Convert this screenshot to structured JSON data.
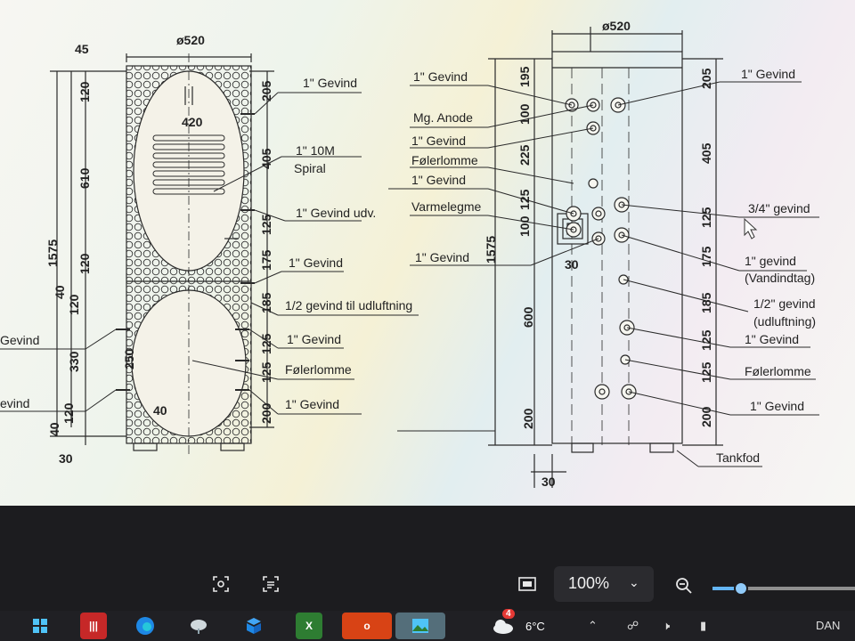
{
  "drawing": {
    "left_view": {
      "diameter": "ø520",
      "top_offset": "45",
      "dims_left": [
        "120",
        "610",
        "1575",
        "120",
        "40",
        "120",
        "330",
        "120",
        "40",
        "30"
      ],
      "inner_dims": [
        "420",
        "250",
        "40"
      ],
      "dims_right": [
        "205",
        "405",
        "125",
        "175",
        "185",
        "125",
        "125",
        "200"
      ],
      "labels": [
        "1\" Gevind",
        "1\" 10M",
        "Spiral",
        "1\" Gevind udv.",
        "1\" Gevind",
        "1/2 gevind til udluftning",
        "1\" Gevind",
        "Følerlomme",
        "1\" Gevind"
      ],
      "cut_labels": [
        "Gevind",
        "evind"
      ]
    },
    "right_view": {
      "diameter": "ø520",
      "dims_left": [
        "195",
        "100",
        "225",
        "125",
        "100",
        "1575",
        "600",
        "200"
      ],
      "bottom_dim": "30",
      "small_dim": "30",
      "dims_right": [
        "205",
        "405",
        "125",
        "175",
        "185",
        "125",
        "125",
        "200"
      ],
      "left_labels": [
        "1\" Gevind",
        "Mg. Anode",
        "1\" Gevind",
        "Følerlomme",
        "1\" Gevind",
        "Varmelegme",
        "1\" Gevind"
      ],
      "right_labels": [
        "1\" Gevind",
        "3/4\" gevind",
        "1\" gevind",
        "(Vandindtag)",
        "1/2\" gevind",
        "(udluftning)",
        "1\" Gevind",
        "Følerlomme",
        "1\" Gevind"
      ],
      "foot_label": "Tankfod"
    }
  },
  "viewer_controls": {
    "zoom_value": "100%",
    "zoom_level": 0.2
  },
  "taskbar": {
    "notification_count": "4",
    "weather": "6°C",
    "lang": "DAN"
  },
  "colors": {
    "drawing_line": "#2a2a2a",
    "control_bar": "#1c1c1f",
    "accent": "#64b5f6"
  }
}
